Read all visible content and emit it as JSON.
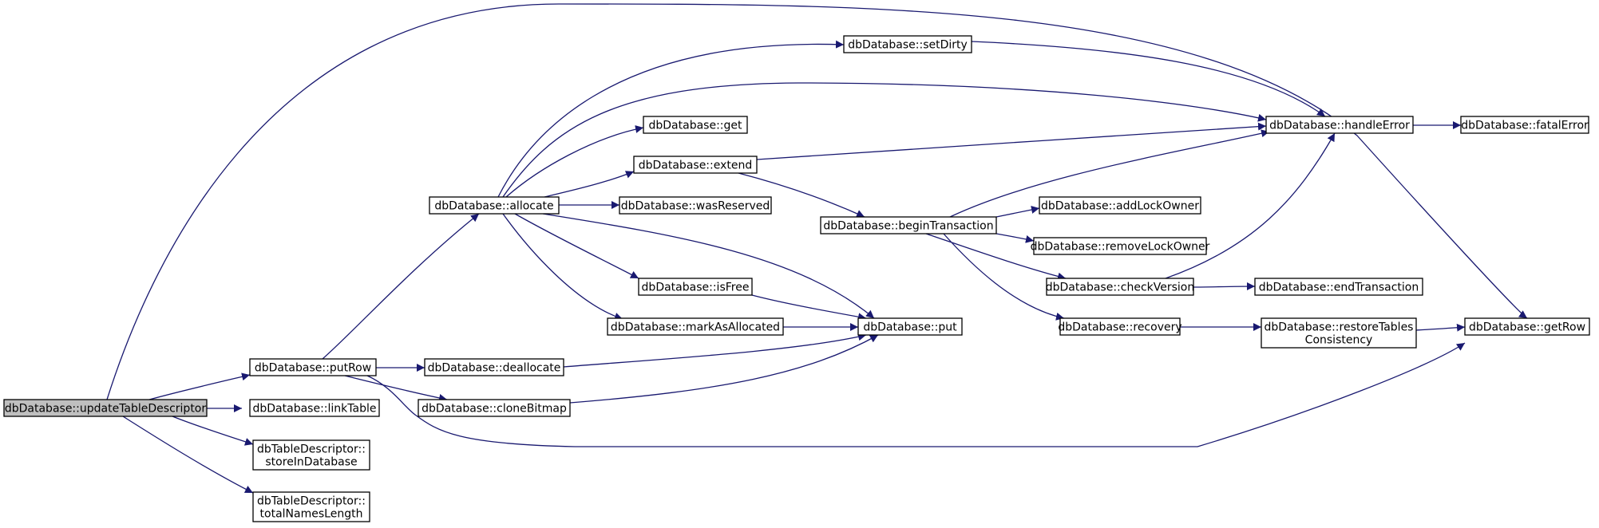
{
  "nodes": [
    {
      "id": "updateTableDescriptor",
      "lines": [
        "dbDatabase::updateTableDescriptor"
      ],
      "root": true
    },
    {
      "id": "putRow",
      "lines": [
        "dbDatabase::putRow"
      ]
    },
    {
      "id": "linkTable",
      "lines": [
        "dbDatabase::linkTable"
      ]
    },
    {
      "id": "storeInDatabase",
      "lines": [
        "dbTableDescriptor::",
        "storeInDatabase"
      ]
    },
    {
      "id": "totalNamesLength",
      "lines": [
        "dbTableDescriptor::",
        "totalNamesLength"
      ]
    },
    {
      "id": "allocate",
      "lines": [
        "dbDatabase::allocate"
      ]
    },
    {
      "id": "deallocate",
      "lines": [
        "dbDatabase::deallocate"
      ]
    },
    {
      "id": "cloneBitmap",
      "lines": [
        "dbDatabase::cloneBitmap"
      ]
    },
    {
      "id": "setDirty",
      "lines": [
        "dbDatabase::setDirty"
      ]
    },
    {
      "id": "get",
      "lines": [
        "dbDatabase::get"
      ]
    },
    {
      "id": "extend",
      "lines": [
        "dbDatabase::extend"
      ]
    },
    {
      "id": "wasReserved",
      "lines": [
        "dbDatabase::wasReserved"
      ]
    },
    {
      "id": "isFree",
      "lines": [
        "dbDatabase::isFree"
      ]
    },
    {
      "id": "markAsAllocated",
      "lines": [
        "dbDatabase::markAsAllocated"
      ]
    },
    {
      "id": "put",
      "lines": [
        "dbDatabase::put"
      ]
    },
    {
      "id": "beginTransaction",
      "lines": [
        "dbDatabase::beginTransaction"
      ]
    },
    {
      "id": "addLockOwner",
      "lines": [
        "dbDatabase::addLockOwner"
      ]
    },
    {
      "id": "removeLockOwner",
      "lines": [
        "dbDatabase::removeLockOwner"
      ]
    },
    {
      "id": "checkVersion",
      "lines": [
        "dbDatabase::checkVersion"
      ]
    },
    {
      "id": "recovery",
      "lines": [
        "dbDatabase::recovery"
      ]
    },
    {
      "id": "handleError",
      "lines": [
        "dbDatabase::handleError"
      ]
    },
    {
      "id": "endTransaction",
      "lines": [
        "dbDatabase::endTransaction"
      ]
    },
    {
      "id": "restoreTablesConsistency",
      "lines": [
        "dbDatabase::restoreTables",
        "Consistency"
      ]
    },
    {
      "id": "fatalError",
      "lines": [
        "dbDatabase::fatalError"
      ]
    },
    {
      "id": "getRow",
      "lines": [
        "dbDatabase::getRow"
      ]
    }
  ],
  "edges": [
    [
      "updateTableDescriptor",
      "putRow"
    ],
    [
      "updateTableDescriptor",
      "linkTable"
    ],
    [
      "updateTableDescriptor",
      "storeInDatabase"
    ],
    [
      "updateTableDescriptor",
      "totalNamesLength"
    ],
    [
      "updateTableDescriptor",
      "getRow"
    ],
    [
      "putRow",
      "allocate"
    ],
    [
      "putRow",
      "deallocate"
    ],
    [
      "putRow",
      "cloneBitmap"
    ],
    [
      "putRow",
      "getRow"
    ],
    [
      "allocate",
      "setDirty"
    ],
    [
      "allocate",
      "handleError"
    ],
    [
      "allocate",
      "get"
    ],
    [
      "allocate",
      "extend"
    ],
    [
      "allocate",
      "wasReserved"
    ],
    [
      "allocate",
      "isFree"
    ],
    [
      "allocate",
      "markAsAllocated"
    ],
    [
      "allocate",
      "put"
    ],
    [
      "deallocate",
      "put"
    ],
    [
      "cloneBitmap",
      "put"
    ],
    [
      "isFree",
      "put"
    ],
    [
      "markAsAllocated",
      "put"
    ],
    [
      "setDirty",
      "handleError"
    ],
    [
      "extend",
      "handleError"
    ],
    [
      "extend",
      "beginTransaction"
    ],
    [
      "beginTransaction",
      "handleError"
    ],
    [
      "beginTransaction",
      "addLockOwner"
    ],
    [
      "beginTransaction",
      "removeLockOwner"
    ],
    [
      "beginTransaction",
      "checkVersion"
    ],
    [
      "beginTransaction",
      "recovery"
    ],
    [
      "checkVersion",
      "handleError"
    ],
    [
      "checkVersion",
      "endTransaction"
    ],
    [
      "recovery",
      "restoreTablesConsistency"
    ],
    [
      "restoreTablesConsistency",
      "getRow"
    ],
    [
      "handleError",
      "fatalError"
    ]
  ]
}
